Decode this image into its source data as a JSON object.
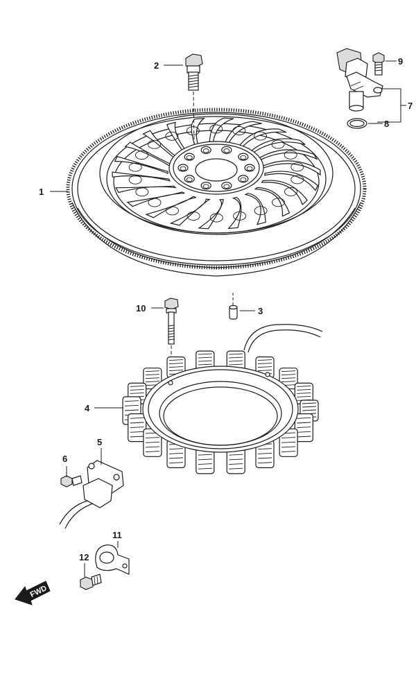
{
  "callouts": [
    {
      "id": "1",
      "label": "1"
    },
    {
      "id": "2",
      "label": "2"
    },
    {
      "id": "3",
      "label": "3"
    },
    {
      "id": "4",
      "label": "4"
    },
    {
      "id": "5",
      "label": "5"
    },
    {
      "id": "6",
      "label": "6"
    },
    {
      "id": "7",
      "label": "7"
    },
    {
      "id": "8",
      "label": "8"
    },
    {
      "id": "9",
      "label": "9"
    },
    {
      "id": "10",
      "label": "10"
    },
    {
      "id": "11",
      "label": "11"
    },
    {
      "id": "12",
      "label": "12"
    }
  ],
  "direction_marker": {
    "label": "FWD",
    "icon": "forward-arrow-icon"
  },
  "colors": {
    "line": "#1a1a1a",
    "background": "#ffffff",
    "shade": "#dcdcdc"
  }
}
